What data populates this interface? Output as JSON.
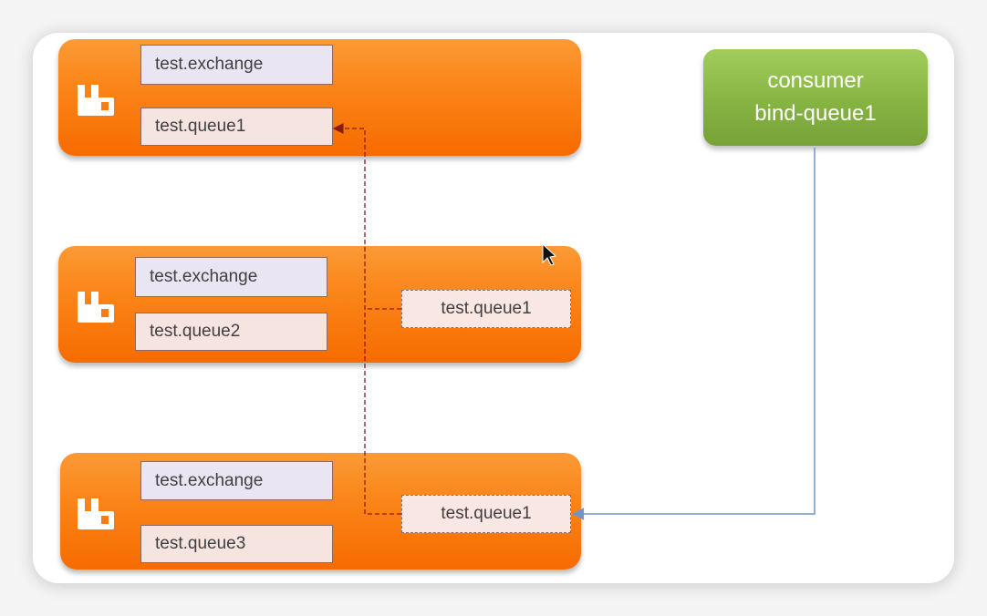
{
  "nodes": [
    {
      "exchange": "test.exchange",
      "queue": "test.queue1"
    },
    {
      "exchange": "test.exchange",
      "queue": "test.queue2",
      "mirror": "test.queue1"
    },
    {
      "exchange": "test.exchange",
      "queue": "test.queue3",
      "mirror": "test.queue1"
    }
  ],
  "consumer": {
    "line1": "consumer",
    "line2": "bind-queue1"
  },
  "colors": {
    "node_orange": "#f97d0b",
    "consumer_green": "#86b442",
    "sync_line": "#8b1a1a",
    "consume_line": "#7094c9"
  },
  "icons": {
    "node_logo": "rabbitmq-logo-icon",
    "cursor": "mouse-cursor-icon"
  }
}
